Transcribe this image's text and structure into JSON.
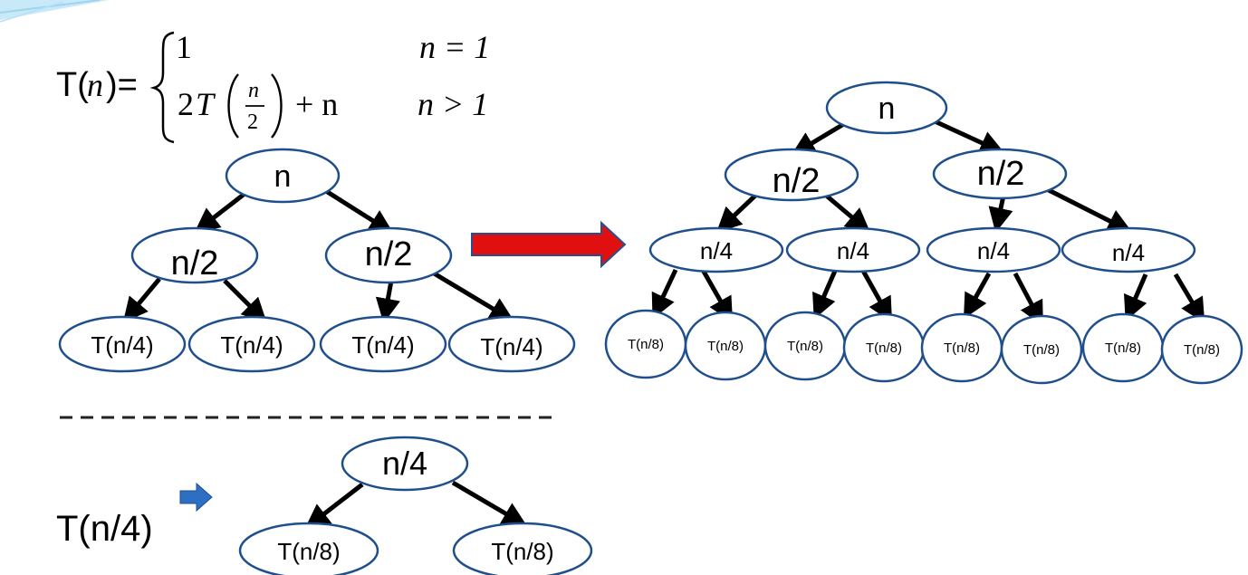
{
  "formula": {
    "lhs": "T(",
    "lhs_var": "n",
    "lhs_close": ")=",
    "case1_value": "1",
    "case1_condition": "n = 1",
    "case2_coef": "2",
    "case2_func": "T",
    "case2_frac_num": "n",
    "case2_frac_den": "2",
    "case2_tail": "+ n",
    "case2_condition": "n > 1"
  },
  "left_tree": {
    "root": "n",
    "level1": [
      "n/2",
      "n/2"
    ],
    "level2": [
      "T(n/4)",
      "T(n/4)",
      "T(n/4)",
      "T(n/4)"
    ]
  },
  "right_tree": {
    "root": "n",
    "level1": [
      "n/2",
      "n/2"
    ],
    "level2": [
      "n/4",
      "n/4",
      "n/4",
      "n/4"
    ],
    "level3": [
      "T(n/8)",
      "T(n/8)",
      "T(n/8)",
      "T(n/8)",
      "T(n/8)",
      "T(n/8)",
      "T(n/8)",
      "T(n/8)"
    ]
  },
  "subtree": {
    "label": "T(n/4)",
    "root": "n/4",
    "children": [
      "T(n/8)",
      "T(n/8)"
    ]
  },
  "colors": {
    "node_stroke": "#1f4e8c",
    "edge": "#000000",
    "big_arrow_fill": "#e01010",
    "big_arrow_stroke": "#2a4d8f",
    "small_arrow_fill": "#2e6fc4",
    "deco_top_left": "#9fd4f0"
  }
}
